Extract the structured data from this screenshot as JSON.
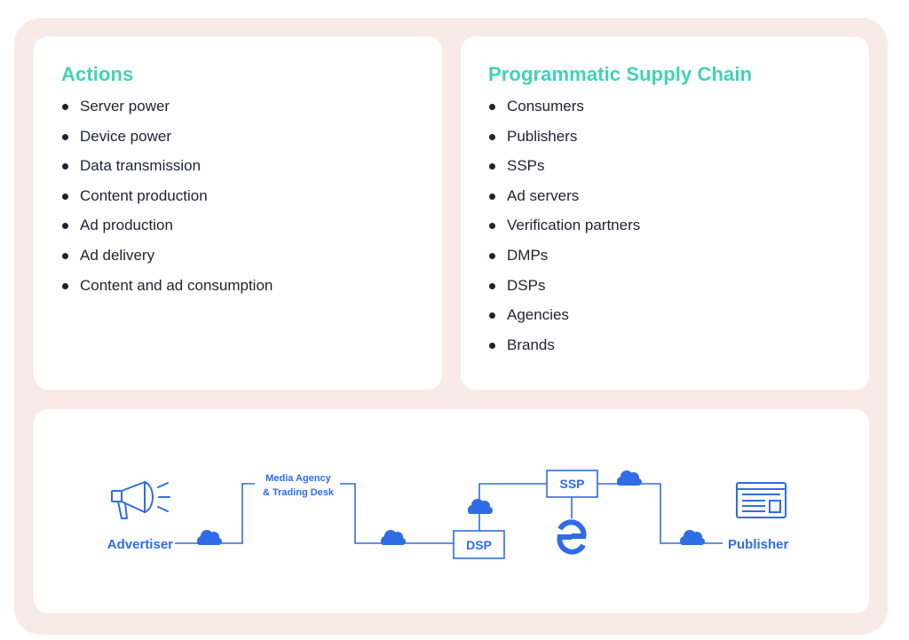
{
  "actions": {
    "title": "Actions",
    "items": [
      "Server power",
      "Device power",
      "Data transmission",
      "Content production",
      "Ad production",
      "Ad delivery",
      "Content and ad consumption"
    ]
  },
  "supply_chain": {
    "title": "Programmatic Supply Chain",
    "items": [
      "Consumers",
      "Publishers",
      "SSPs",
      "Ad servers",
      "Verification partners",
      "DMPs",
      "DSPs",
      "Agencies",
      "Brands"
    ]
  },
  "diagram": {
    "advertiser_label": "Advertiser",
    "media_agency_line1": "Media Agency",
    "media_agency_line2": "& Trading Desk",
    "dsp_label": "DSP",
    "ssp_label": "SSP",
    "publisher_label": "Publisher",
    "icons": [
      "megaphone-icon",
      "cloud-icon",
      "exchange-logo-icon",
      "webpage-icon"
    ],
    "colors": {
      "accent_teal": "#41d2b6",
      "diagram_blue": "#2f6ce5",
      "background_pink": "#f8ebe7"
    }
  }
}
